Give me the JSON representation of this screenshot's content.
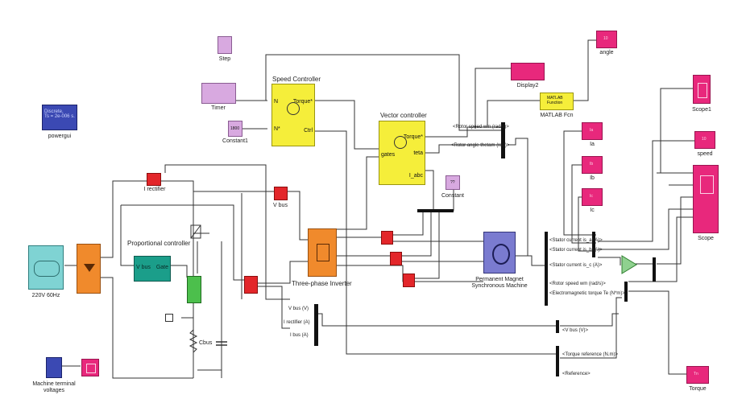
{
  "blocks": {
    "powergui_inner": "Discrete,\nTs = 2e-006 s.",
    "powergui": "powergui",
    "step": "Step",
    "timer": "Timer",
    "constant1": "Constant1",
    "constant1_value": "1800",
    "speed_controller": "Speed Controller",
    "sc_in_n": "N",
    "sc_in_nstar": "N*",
    "sc_out_torque": "Torque*",
    "sc_out_ctrl": "Ctrl",
    "vector_controller": "Vector controller",
    "vc_out_torque": "Torque*",
    "vc_theta": "teta",
    "vc_gates": "gates",
    "vc_iabc": "I_abc",
    "constant": "Constant",
    "constant_value": "??",
    "i_rectifier": "I rectifier",
    "v_bus": "V bus",
    "proportional_controller": "Proportional controller",
    "pc_in": "V bus",
    "pc_out": "Gate",
    "three_phase_inverter": "Three-phase Inverter",
    "pmsm_line1": "Permanent Magnet",
    "pmsm_line2": "Synchronous Machine",
    "source": "220V 60Hz",
    "cbus": "Cbus",
    "machine_terminal_line1": "Machine terminal",
    "machine_terminal_line2": "voltages",
    "display2": "Display2",
    "matlab_fcn_inner": "MATLAB\nFunction",
    "matlab_fcn": "MATLAB Fcn",
    "angle": "angle",
    "ia": "Ia",
    "ib": "Ib",
    "ic": "Ic",
    "scope1": "Scope1",
    "speed": "speed",
    "scope": "Scope",
    "torque": "Torque",
    "ia_value": "Ia",
    "ib_value": "Ib",
    "ic_value": "Ic",
    "speed_value": "10",
    "angle_value": "10",
    "torque_value": "Tn"
  },
  "signals": {
    "rotor_speed_top": "<Rotor speed wm (rad/s)>",
    "rotor_angle": "<Rotor angle thetam (rad)>",
    "stator_a": "<Stator current is_a (A)>",
    "stator_b": "<Stator current is_b (A)>",
    "stator_c": "<Stator current is_c (A)>",
    "rotor_speed": "<Rotor speed wm (rad/s)>",
    "electromagnetic_torque": "<Electromagnetic torque Te (N*m)>",
    "vbus_in": "V bus (V)",
    "irect_in": "I rectifier (A)",
    "ibus_in": "I bus (A)",
    "vbus_out": "<V bus (V)>",
    "torque_ref": "<Torque reference (N.m)>",
    "reference": "<Reference>"
  },
  "colors": {
    "scope": "#e8287c",
    "measure": "#e3262a",
    "controller": "#f5ee3a",
    "converter": "#f08a2c",
    "proportional": "#1b9e8a",
    "powergui": "#3b49b3",
    "constant": "#d8a9e0"
  }
}
